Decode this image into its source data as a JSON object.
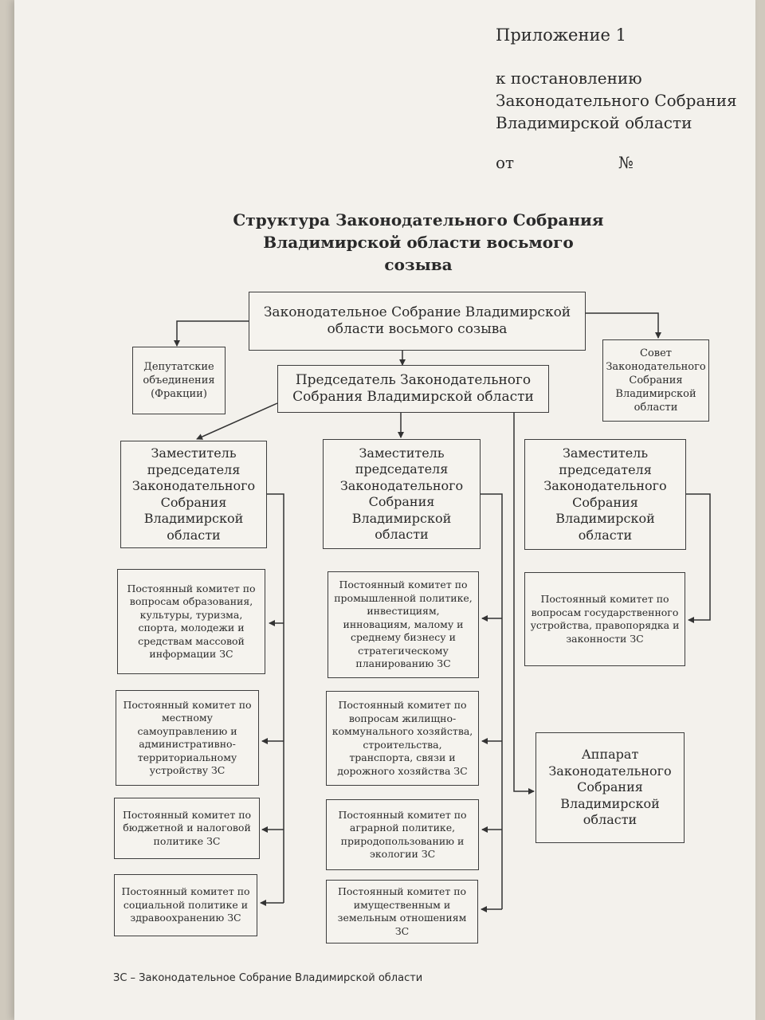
{
  "header": {
    "appendix": "Приложение 1",
    "line1": "к постановлению",
    "line2": "Законодательного Собрания",
    "line3": "Владимирской области",
    "ot": "от",
    "number_sign": "№"
  },
  "title": {
    "line1": "Структура Законодательного Собрания",
    "line2": "Владимирской области восьмого созыва"
  },
  "org": {
    "assembly": "Законодательное Собрание Владимирской области восьмого созыва",
    "factions": "Депутатские объединения (Фракции)",
    "council": "Совет Законодательного Собрания Владимирской области",
    "chairman": "Председатель Законодательного Собрания Владимирской области",
    "deputy_left": "Заместитель председателя Законодательного Собрания Владимирской области",
    "deputy_center": "Заместитель председателя Законодательного Собрания Владимирской области",
    "deputy_right": "Заместитель председателя Законодательного Собрания Владимирской области",
    "committees_left": [
      "Постоянный комитет по вопросам образования, культуры, туризма, спорта, молодежи и средствам массовой информации ЗС",
      "Постоянный комитет по местному самоуправлению и административно-территориальному устройству ЗС",
      "Постоянный комитет по бюджетной и налоговой политике ЗС",
      "Постоянный комитет по социальной политике и здравоохранению ЗС"
    ],
    "committees_center": [
      "Постоянный комитет по промышленной политике, инвестициям, инновациям, малому и среднему бизнесу и стратегическому планированию ЗС",
      "Постоянный комитет по вопросам жилищно-коммунального хозяйства, строительства, транспорта, связи и дорожного хозяйства ЗС",
      "Постоянный комитет по аграрной политике, природопользованию и экологии ЗС",
      "Постоянный комитет по имущественным и земельным отношениям ЗС"
    ],
    "committee_right": "Постоянный комитет по вопросам государственного устройства, правопорядка и законности ЗС",
    "apparatus": "Аппарат Законодательного Собрания Владимирской области"
  },
  "footnote": "ЗС – Законодательное Собрание Владимирской области"
}
